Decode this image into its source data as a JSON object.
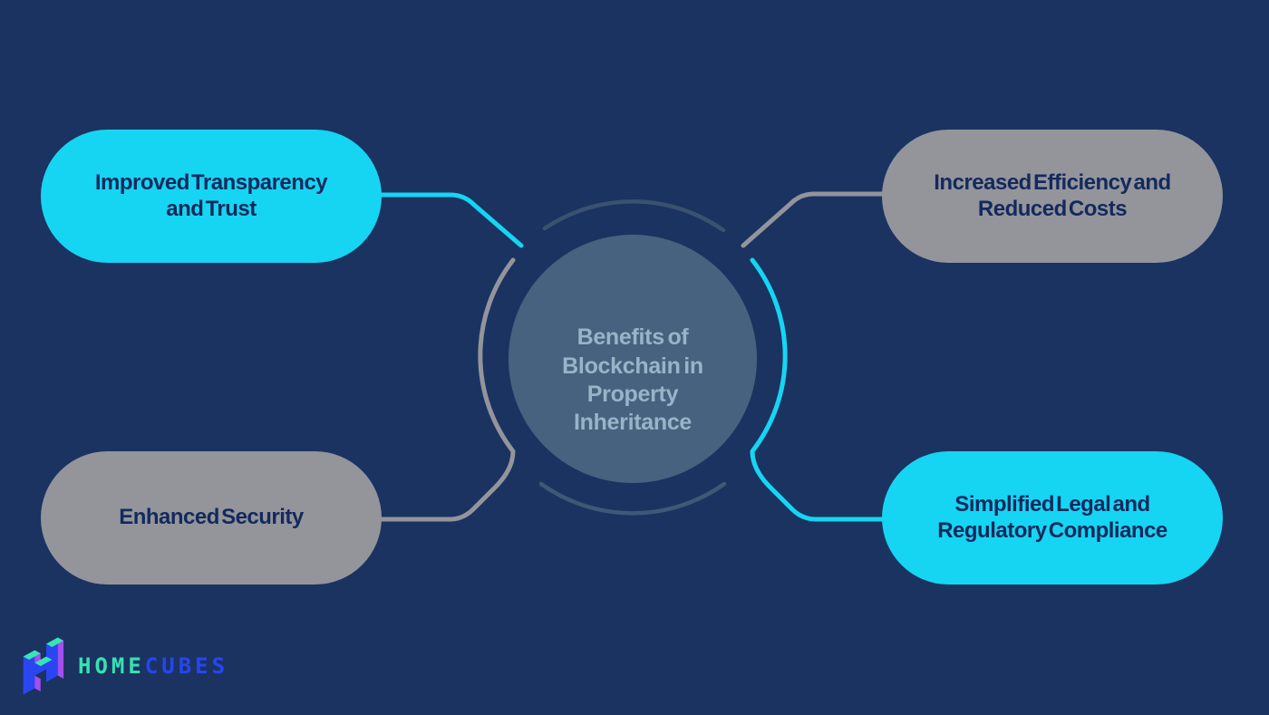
{
  "title": "Benefits of Blockchain in Property Inheritance",
  "center": {
    "label": "Benefits of\nBlockchain in\nProperty\nInheritance"
  },
  "nodes": [
    {
      "id": "improved-transparency",
      "label": "Improved Transparency\nand Trust",
      "variant": "cyan",
      "position": "top-left"
    },
    {
      "id": "increased-efficiency",
      "label": "Increased Efficiency and\nReduced Costs",
      "variant": "gray",
      "position": "top-right"
    },
    {
      "id": "enhanced-security",
      "label": "Enhanced Security",
      "variant": "gray",
      "position": "bottom-left"
    },
    {
      "id": "simplified-compliance",
      "label": "Simplified Legal and\nRegulatory Compliance",
      "variant": "cyan",
      "position": "bottom-right"
    }
  ],
  "logo": {
    "home": "HOME",
    "cubes": "CUBES"
  },
  "icons": [
    "homecubes-cube-icon"
  ],
  "colors": {
    "background": "#1B3361",
    "cyan_accent": "#16D5F2",
    "gray_accent": "#93959B",
    "pill_text": "#14295D",
    "center_circle_fill": "#47627F",
    "center_text": "#97B4C8",
    "ring_arc": "#3A526F",
    "logo_home": "#35E2B2",
    "logo_cubes": "#2646F2",
    "logo_purple": "#A44FF0"
  }
}
